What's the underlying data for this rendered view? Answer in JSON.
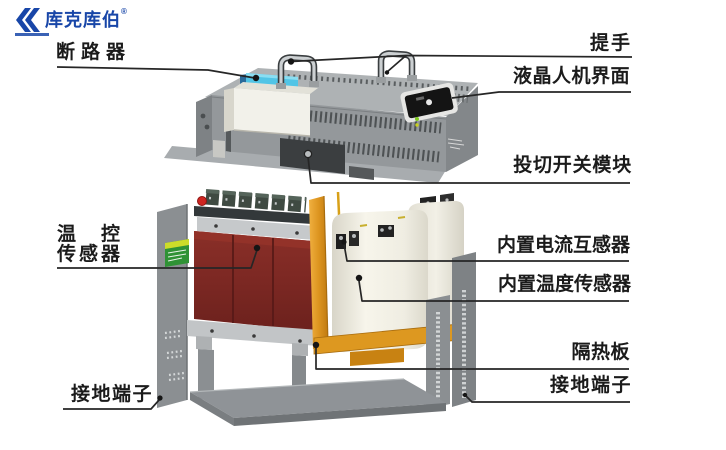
{
  "logo": {
    "brand": "库克库伯",
    "reg": "®"
  },
  "callouts": [
    {
      "id": "circuit-breaker",
      "text": "断路器"
    },
    {
      "id": "handle",
      "text": "提手"
    },
    {
      "id": "lcd-hmi",
      "text": "液晶人机界面"
    },
    {
      "id": "switching-module",
      "text": "投切开关模块"
    },
    {
      "id": "temp-control-sensor",
      "line1": "温　控",
      "line2": "传感器"
    },
    {
      "id": "built-in-current-transformer",
      "text": "内置电流互感器"
    },
    {
      "id": "built-in-temperature-sensor",
      "text": "内置温度传感器"
    },
    {
      "id": "heat-insulation-board",
      "text": "隔热板"
    },
    {
      "id": "ground-terminal-right",
      "text": "接地端子"
    },
    {
      "id": "ground-terminal-left",
      "text": "接地端子"
    }
  ],
  "colors": {
    "brand_blue": "#1846a8",
    "leader_line": "#262626",
    "enclosure_gray": "#94989b",
    "enclosure_top": "#aeb2b4",
    "reactor_red": "#7c2823",
    "clamp_gray": "#c6c9cb",
    "insulation_orange": "#e0941f",
    "capacitor_white": "#f2f0e6",
    "base_gray": "#8f9397",
    "label_green": "#2f9235",
    "breaker_blue": "#52c5e6"
  }
}
